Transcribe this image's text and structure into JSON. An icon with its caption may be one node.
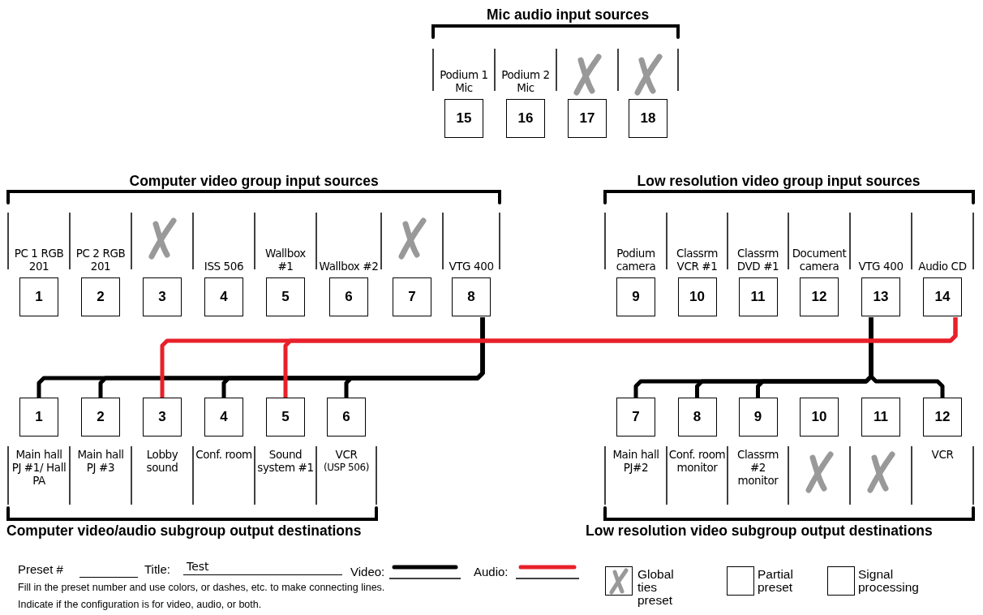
{
  "diagram": {
    "nodes": [
      {
        "text": [
          "15"
        ],
        "beside": [
          "Podium 1 Mic"
        ]
      },
      {
        "text": [
          "16"
        ],
        "beside": [
          "Podium 2 Mic"
        ]
      },
      {
        "text": [
          "17"
        ]
      },
      {
        "text": [
          "18"
        ]
      },
      {
        "text": [
          "1"
        ],
        "beside": [
          "PC 1 RGB 201"
        ]
      },
      {
        "text": [
          "2"
        ],
        "beside": [
          "PC 2 RGB 201"
        ]
      },
      {
        "text": [
          "3"
        ]
      },
      {
        "text": [
          "4"
        ],
        "beside": [
          "ISS 506"
        ]
      },
      {
        "text": [
          "5"
        ],
        "beside": [
          "Wallbox #1"
        ]
      },
      {
        "text": [
          "6"
        ],
        "beside": [
          "Wallbox #2"
        ]
      },
      {
        "text": [
          "7"
        ]
      },
      {
        "text": [
          "8"
        ],
        "beside": [
          "VTG 400"
        ]
      },
      {
        "text": [
          "9"
        ],
        "beside": [
          "Podium camera"
        ]
      },
      {
        "text": [
          "10"
        ],
        "beside": [
          "Classrm VCR #1"
        ]
      },
      {
        "text": [
          "11"
        ],
        "beside": [
          "Classrm DVD #1"
        ]
      },
      {
        "text": [
          "12"
        ],
        "beside": [
          "Document camera"
        ]
      },
      {
        "text": [
          "13"
        ],
        "beside": [
          "VTG 400"
        ]
      },
      {
        "text": [
          "14"
        ],
        "beside": [
          "Audio CD"
        ]
      },
      {
        "text": [
          "1"
        ],
        "beside": [
          "Main hall PJ #1/ Hall PA"
        ]
      },
      {
        "text": [
          "2"
        ],
        "beside": [
          "Main hall PJ #3"
        ]
      },
      {
        "text": [
          "3"
        ],
        "beside": [
          "Lobby sound"
        ]
      },
      {
        "text": [
          "4"
        ],
        "beside": [
          "Conf. room"
        ]
      },
      {
        "text": [
          "5"
        ],
        "beside": [
          "Sound system #1"
        ]
      },
      {
        "text": [
          "6"
        ],
        "beside": [
          "VCR",
          "(USP 506)"
        ]
      },
      {
        "text": [
          "7"
        ],
        "beside": [
          "Main hall PJ#2"
        ]
      },
      {
        "text": [
          "8"
        ],
        "beside": [
          "Conf. room monitor"
        ]
      },
      {
        "text": [
          "9"
        ],
        "beside": [
          "Classrm #2 monitor"
        ]
      },
      {
        "text": [
          "10"
        ]
      },
      {
        "text": [
          "11"
        ]
      },
      {
        "text": [
          "12"
        ],
        "beside": [
          "VCR"
        ]
      }
    ],
    "edges": [
      {
        "from": 11,
        "to": 18,
        "arrow": "none"
      },
      {
        "from": 11,
        "to": 19,
        "arrow": "none"
      },
      {
        "from": 11,
        "to": 21,
        "arrow": "none"
      },
      {
        "from": 11,
        "to": 23,
        "arrow": "none"
      },
      {
        "from": 16,
        "to": 24,
        "arrow": "none"
      },
      {
        "from": 16,
        "to": 25,
        "arrow": "none"
      },
      {
        "from": 16,
        "to": 26,
        "arrow": "none"
      },
      {
        "from": 16,
        "to": 29,
        "arrow": "none"
      },
      {
        "from": 17,
        "to": 20,
        "arrow": "none",
        "color": "#e8202a"
      },
      {
        "from": 17,
        "to": 22,
        "arrow": "none",
        "color": "#e8202a"
      }
    ],
    "labels": [
      "Mic audio input sources",
      "Computer video group input sources",
      "Low resolution video group input sources",
      "Computer video/audio subgroup output destinations",
      "Low resolution video subgroup output destinations",
      "Preset #",
      "Title:",
      "Test",
      "Fill in the preset number and use colors, or dashes, etc. to make connecting lines.",
      "Indicate if the configuration is for video, audio, or both."
    ],
    "legend": [
      {
        "text": "Video:"
      },
      {
        "text": "Audio:"
      },
      {
        "text": "Global ties preset"
      },
      {
        "text": "Partial preset"
      },
      {
        "text": "Signal processing"
      }
    ]
  }
}
